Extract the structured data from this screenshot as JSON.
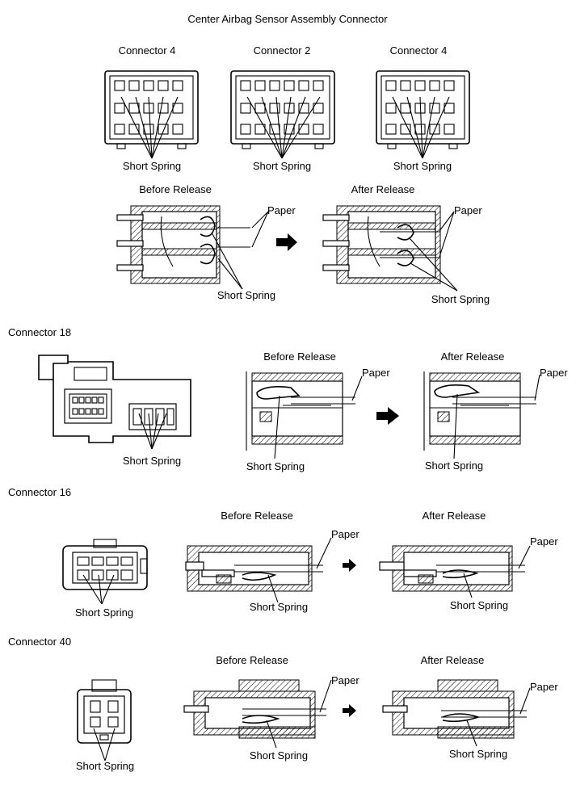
{
  "title": "Center Airbag Sensor Assembly Connector",
  "top_connectors": [
    {
      "label": "Connector 4",
      "spring_label": "Short Spring"
    },
    {
      "label": "Connector 2",
      "spring_label": "Short Spring"
    },
    {
      "label": "Connector 4",
      "spring_label": "Short Spring"
    }
  ],
  "top_release": {
    "before_label": "Before Release",
    "after_label": "After Release",
    "paper_label": "Paper",
    "spring_label": "Short Spring"
  },
  "sections": [
    {
      "label": "Connector 18",
      "spring_label": "Short Spring",
      "before_label": "Before Release",
      "after_label": "After Release",
      "paper_label": "Paper"
    },
    {
      "label": "Connector 16",
      "spring_label": "Short Spring",
      "before_label": "Before Release",
      "after_label": "After Release",
      "paper_label": "Paper"
    },
    {
      "label": "Connector 40",
      "spring_label": "Short Spring",
      "before_label": "Before Release",
      "after_label": "After Release",
      "paper_label": "Paper"
    }
  ]
}
